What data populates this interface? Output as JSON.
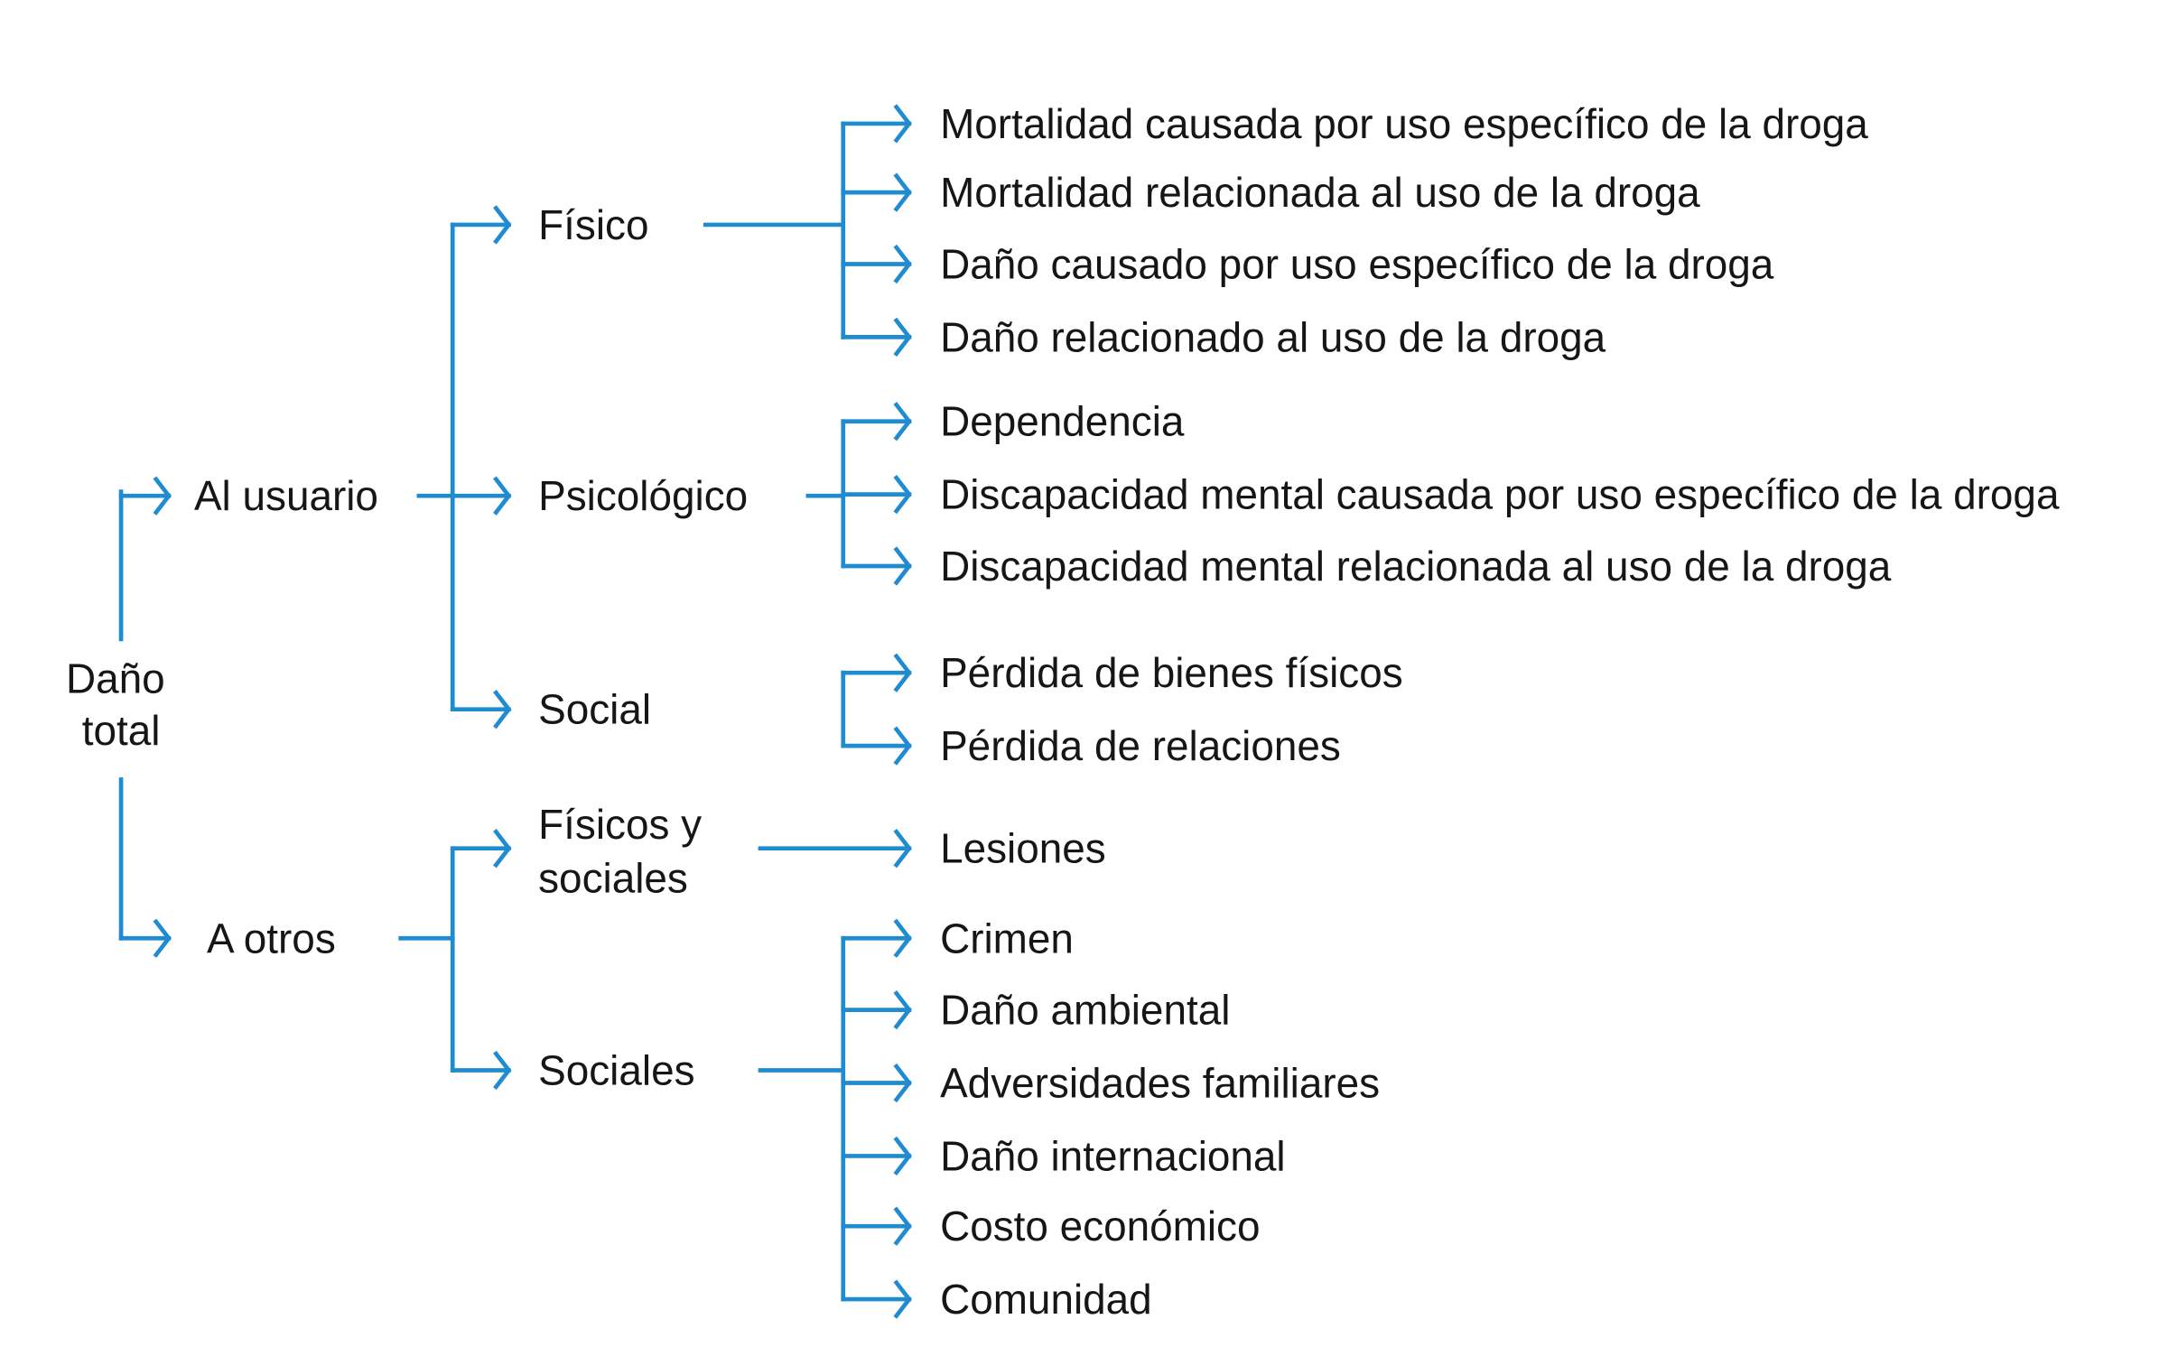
{
  "root": {
    "line1": "Daño",
    "line2": "total"
  },
  "level1": [
    {
      "label": "Al usuario"
    },
    {
      "label": "A otros"
    }
  ],
  "level2": [
    {
      "label": "Físico",
      "items": [
        "Mortalidad causada por uso específico de la droga",
        "Mortalidad relacionada al uso de la droga",
        "Daño causado por uso específico de la droga",
        "Daño relacionado al uso de la droga"
      ]
    },
    {
      "label": "Psicológico",
      "items": [
        "Dependencia",
        "Discapacidad mental causada por uso específico de la droga",
        "Discapacidad mental relacionada al uso de la droga"
      ]
    },
    {
      "label": "Social",
      "items": [
        "Pérdida de bienes físicos",
        "Pérdida de relaciones"
      ]
    },
    {
      "label_line1": "Físicos y",
      "label_line2": "sociales",
      "items": [
        "Lesiones"
      ]
    },
    {
      "label": "Sociales",
      "items": [
        "Crimen",
        "Daño ambiental",
        "Adversidades familiares",
        "Daño internacional",
        "Costo económico",
        "Comunidad"
      ]
    }
  ],
  "colors": {
    "connector": "#1f8bd0",
    "text": "#161616"
  }
}
